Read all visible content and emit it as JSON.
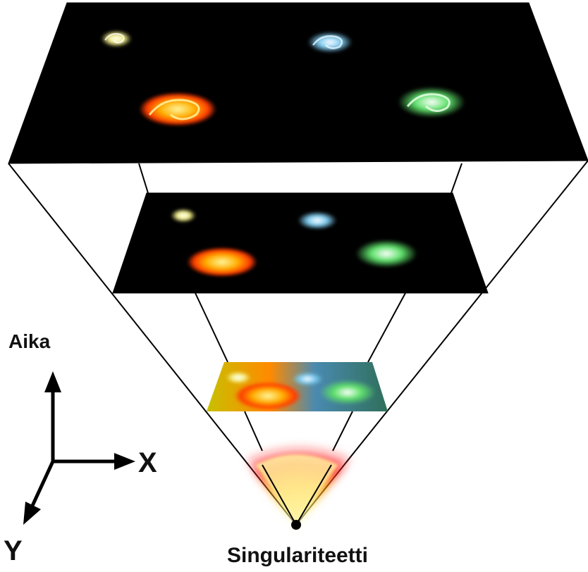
{
  "labels": {
    "time_axis": "Aika",
    "x_axis": "X",
    "y_axis": "Y",
    "origin": "Singulariteetti"
  },
  "colors": {
    "outline": "#000000",
    "space": "#000000",
    "galaxy_yellow": "#f5f08a",
    "galaxy_blue": "#7ecbf0",
    "galaxy_orange": "#ff8a00",
    "galaxy_green": "#5ee06a",
    "glow_red": "#ff1a1a",
    "glow_core": "#fffde0"
  },
  "icons": {
    "galaxy": "spiral-galaxy-icon",
    "arrow": "arrow-icon",
    "singularity": "dot-icon"
  }
}
